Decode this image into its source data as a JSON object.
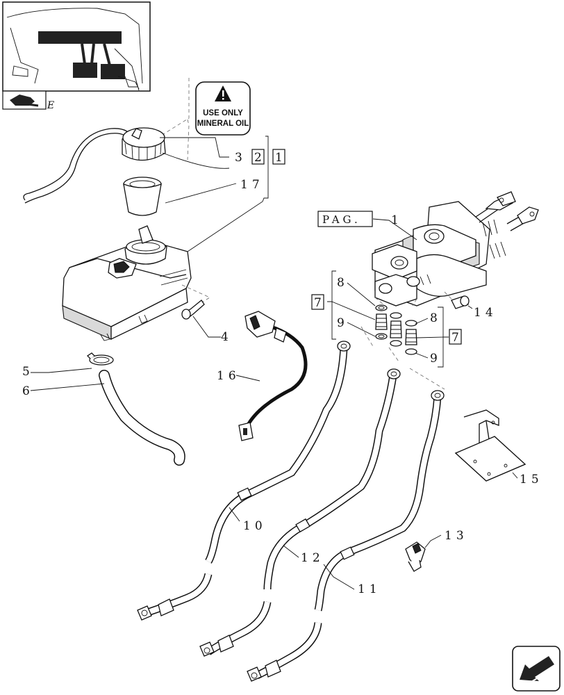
{
  "warning_label": {
    "line1": "USE ONLY",
    "line2": "MINERAL OIL"
  },
  "page_ref": {
    "text": "PAG.",
    "number": "1"
  },
  "thumbnail_letter": "E",
  "callouts": {
    "c1": "1",
    "c2": "2",
    "c3": "3",
    "c4": "4",
    "c5": "5",
    "c6": "6",
    "c7a": "7",
    "c7b": "7",
    "c8a": "8",
    "c8b": "8",
    "c9a": "9",
    "c9b": "9",
    "c10": "10",
    "c11": "11",
    "c12": "12",
    "c13": "13",
    "c14": "14",
    "c15": "15",
    "c16": "16",
    "c17": "17"
  },
  "icons": [
    "warning-triangle-icon",
    "hand-pointer-icon",
    "next-page-arrow-icon"
  ]
}
